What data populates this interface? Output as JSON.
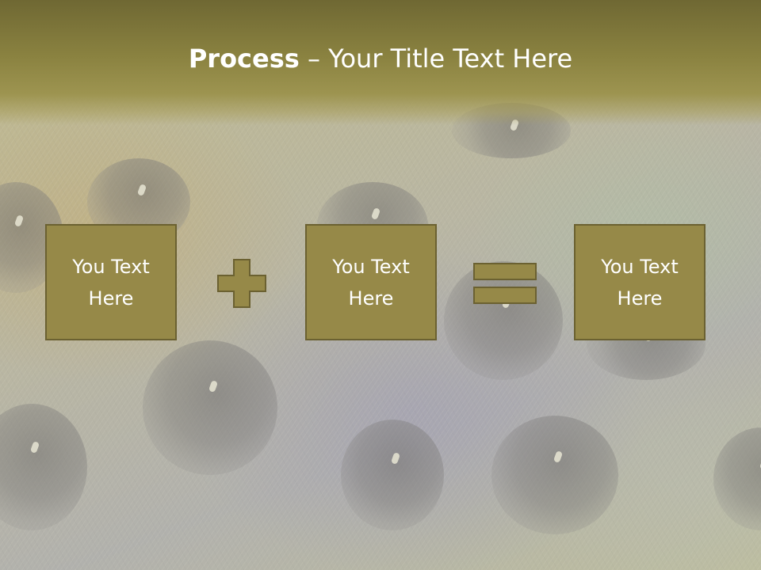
{
  "slide": {
    "title_bold": "Process",
    "title_rest": " – Your Title Text Here",
    "boxes": [
      {
        "text": "You Text Here"
      },
      {
        "text": "You Text Here"
      },
      {
        "text": "You Text Here"
      }
    ],
    "operators": [
      "plus-icon",
      "equals-icon"
    ],
    "colors": {
      "title_band": "#8a8240",
      "box_fill": "#968948",
      "box_border": "#6b6131",
      "text": "#ffffff"
    }
  }
}
